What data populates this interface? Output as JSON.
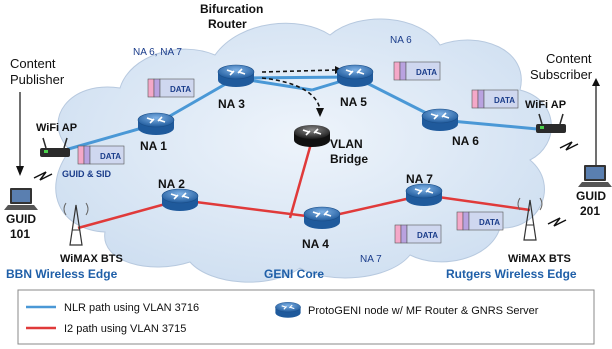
{
  "title_router": [
    "Bifurcation",
    "Router"
  ],
  "nodes": {
    "na1": "NA 1",
    "na2": "NA 2",
    "na3": "NA 3",
    "na4": "NA 4",
    "na5": "NA 5",
    "na6": "NA 6",
    "na7": "NA 7"
  },
  "vlan_bridge": [
    "VLAN",
    "Bridge"
  ],
  "publisher": {
    "label": [
      "Content",
      "Publisher"
    ],
    "guid": [
      "GUID",
      "101"
    ],
    "wifi": "WiFi AP",
    "guid_sid": "GUID & SID"
  },
  "subscriber": {
    "label": [
      "Content",
      "Subscriber"
    ],
    "guid": [
      "GUID",
      "201"
    ],
    "wifi": "WiFi AP"
  },
  "tags": {
    "na6_na7": "NA 6, NA 7",
    "na6": "NA 6",
    "na7": "NA 7"
  },
  "packet_label": "DATA",
  "wimax_left": "WiMAX BTS",
  "wimax_right": "WiMAX BTS",
  "edges": {
    "left": "BBN Wireless Edge",
    "core": "GENI Core",
    "right": "Rutgers Wireless Edge"
  },
  "legend": {
    "nlr": "NLR path using VLAN 3716",
    "i2": "I2 path using VLAN 3715",
    "node": "ProtoGENI node  w/ MF Router & GNRS Server"
  },
  "colors": {
    "nlr": "#4a98d6",
    "i2": "#e03a3a",
    "cloud": "#d8e6f5",
    "router": "#2f6fb3"
  }
}
